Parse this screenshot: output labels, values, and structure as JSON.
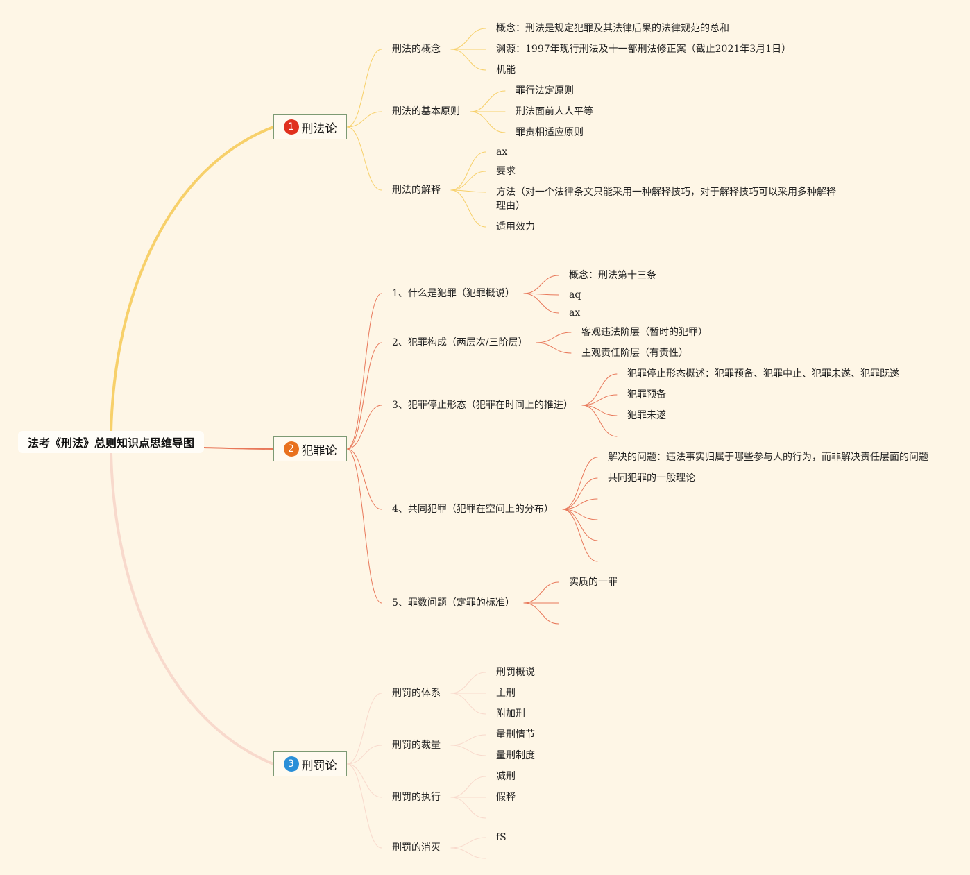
{
  "root": {
    "label": "法考《刑法》总则知识点思维导图"
  },
  "branches": [
    {
      "num": "1",
      "label": "刑法论",
      "color": "#f7d06a",
      "badge_color": "#e0301e",
      "children": [
        {
          "label": "刑法的概念",
          "children": [
            "概念：刑法是规定犯罪及其法律后果的法律规范的总和",
            "渊源：1997年现行刑法及十一部刑法修正案（截止2021年3月1日）",
            "机能"
          ]
        },
        {
          "label": "刑法的基本原则",
          "children": [
            "罪行法定原则",
            "刑法面前人人平等",
            "罪责相适应原则"
          ]
        },
        {
          "label": "刑法的解释",
          "children": [
            "ax",
            "要求",
            "方法（对一个法律条文只能采用一种解释技巧，对于解释技巧可以采用多种解释理由）",
            "适用效力"
          ]
        }
      ]
    },
    {
      "num": "2",
      "label": "犯罪论",
      "color": "#e8785a",
      "badge_color": "#e8711e",
      "children": [
        {
          "label": "1、什么是犯罪（犯罪概说）",
          "children": [
            "概念：刑法第十三条",
            "aq",
            "ax"
          ]
        },
        {
          "label": "2、犯罪构成（两层次/三阶层）",
          "children": [
            "客观违法阶层（暂时的犯罪）",
            "主观责任阶层（有责性）"
          ]
        },
        {
          "label": "3、犯罪停止形态（犯罪在时间上的推进）",
          "children": [
            "犯罪停止形态概述：犯罪预备、犯罪中止、犯罪未遂、犯罪既遂",
            "犯罪预备",
            "犯罪未遂",
            ""
          ]
        },
        {
          "label": "4、共同犯罪（犯罪在空间上的分布）",
          "children": [
            "解决的问题：违法事实归属于哪些参与人的行为，而非解决责任层面的问题",
            "共同犯罪的一般理论",
            "",
            "",
            "",
            ""
          ]
        },
        {
          "label": "5、罪数问题（定罪的标准）",
          "children": [
            "实质的一罪",
            "",
            ""
          ]
        }
      ]
    },
    {
      "num": "3",
      "label": "刑罚论",
      "color": "#f8d9cc",
      "badge_color": "#2a8fd8",
      "children": [
        {
          "label": "刑罚的体系",
          "children": [
            "刑罚概说",
            "主刑",
            "附加刑"
          ]
        },
        {
          "label": "刑罚的裁量",
          "children": [
            "量刑情节",
            "量刑制度"
          ]
        },
        {
          "label": "刑罚的执行",
          "children": [
            "减刑",
            "假释",
            ""
          ]
        },
        {
          "label": "刑罚的消灭",
          "children": [
            "fS",
            ""
          ]
        }
      ]
    }
  ]
}
